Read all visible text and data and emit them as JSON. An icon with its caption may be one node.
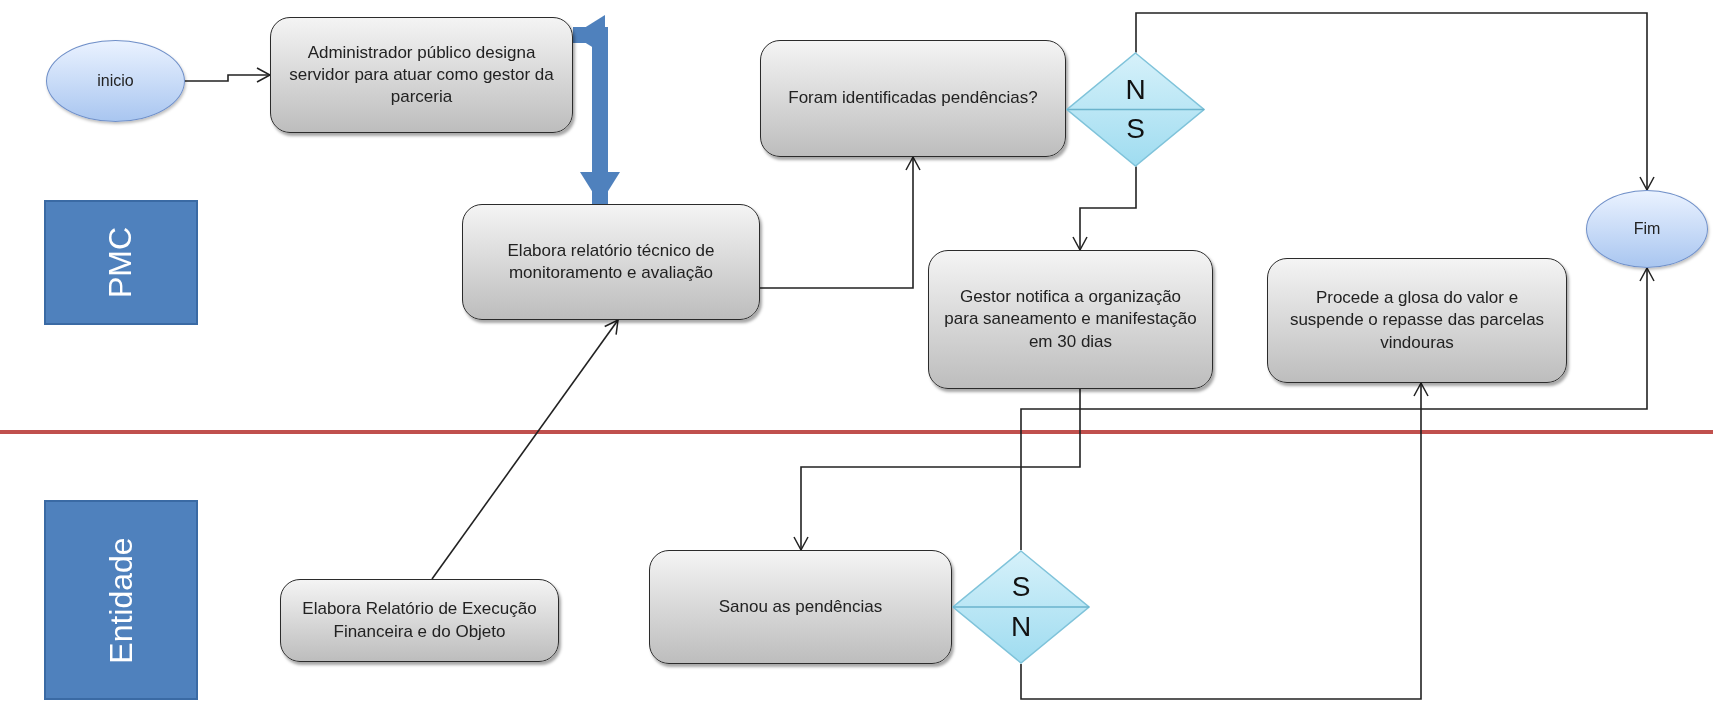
{
  "diagram": {
    "nodes": [
      {
        "text": [
          "inicio"
        ]
      },
      {
        "text": [
          "Administrador público designa servidor para atuar como gestor da parceria"
        ]
      },
      {
        "text": [
          "Elabora relatório técnico de monitoramento e avaliação"
        ]
      },
      {
        "text": [
          "Foram identificadas pendências?"
        ]
      },
      {
        "text": [
          "N",
          "S"
        ]
      },
      {
        "text": [
          "PMC"
        ]
      },
      {
        "text": [
          "Gestor notifica a organização para saneamento e manifestação em 30 dias"
        ]
      },
      {
        "text": [
          "Procede a glosa do valor e suspende o repasse das parcelas vindouras"
        ]
      },
      {
        "text": [
          "Fim"
        ]
      },
      {
        "text": [
          "Entidade"
        ]
      },
      {
        "text": [
          "Elabora Relatório de Execução Financeira e do Objeto"
        ]
      },
      {
        "text": [
          "Sanou as pendências"
        ]
      },
      {
        "text": [
          "S",
          "N"
        ]
      }
    ],
    "edges": [
      {
        "from": 0,
        "to": 1,
        "arrow": "to"
      },
      {
        "from": 2,
        "to": 1,
        "arrow": "both",
        "style": "thick",
        "color": "#4f81bd"
      },
      {
        "from": 10,
        "to": 2,
        "arrow": "to"
      },
      {
        "from": 2,
        "to": 3,
        "arrow": "to"
      },
      {
        "from": 4,
        "to": 8,
        "arrow": "to"
      },
      {
        "from": 4,
        "to": 6,
        "arrow": "to"
      },
      {
        "from": 6,
        "to": 11,
        "arrow": "to"
      },
      {
        "from": 12,
        "to": 8,
        "arrow": "to"
      },
      {
        "from": 12,
        "to": 7,
        "arrow": "to"
      }
    ]
  }
}
